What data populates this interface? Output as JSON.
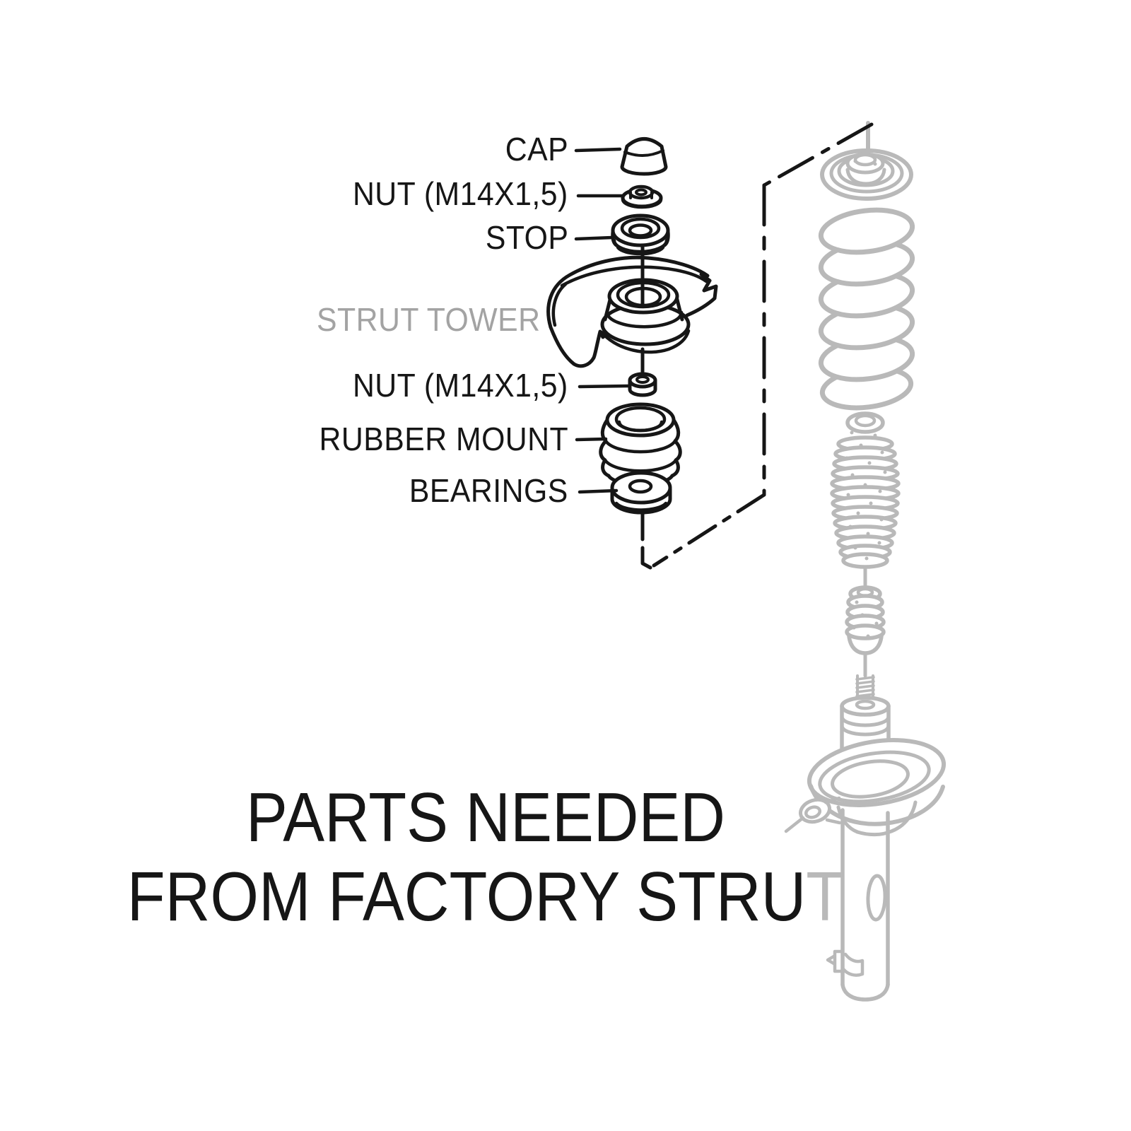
{
  "title": {
    "line1": "PARTS NEEDED",
    "line2_black": "FROM FACTORY STRU",
    "line2_gray": "T"
  },
  "labels": {
    "cap": "CAP",
    "nut_upper": "NUT (M14X1,5)",
    "stop": "STOP",
    "strut_tower": "STRUT TOWER",
    "nut_lower": "NUT (M14X1,5)",
    "rubber_mount": "RUBBER MOUNT",
    "bearings": "BEARINGS"
  },
  "colors": {
    "ink": "#161616",
    "muted_text": "#a3a3a3",
    "art_gray": "#b9b9b9",
    "background": "#ffffff"
  }
}
